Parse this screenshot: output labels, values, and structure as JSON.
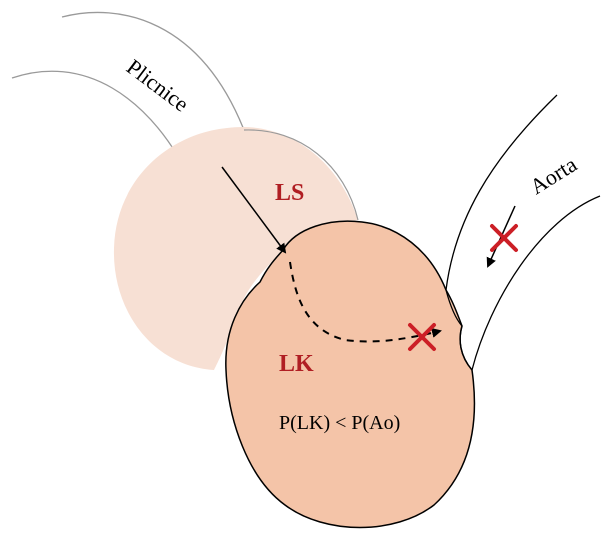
{
  "labels": {
    "lungs": "Plicnice",
    "aorta": "Aorta",
    "left_atrium": "LS",
    "left_ventricle": "LK",
    "pressure_relation": "P(LK) < P(Ao)"
  },
  "colors": {
    "atrium_fill": "#f7e0d4",
    "ventricle_fill": "#f4c4a8",
    "ventricle_stroke": "#000000",
    "red_label": "#b01e23",
    "blocked_mark": "#cc1f26",
    "vessel_line": "#9a9a9a"
  }
}
